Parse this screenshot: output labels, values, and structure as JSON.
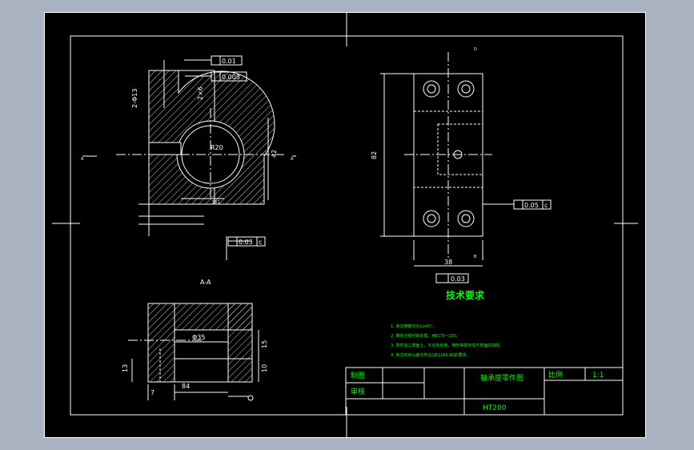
{
  "colors": {
    "background": "#a9b3c1",
    "sheet": "#000000",
    "line": "#ffffff",
    "title_text": "#00ff00",
    "notes_text": "#00ff00"
  },
  "top_view": {
    "dim_2_phi13": "2-Φ13",
    "dim_2x6": "2×6",
    "dim_r20": "R20",
    "dim_42": "42",
    "dim_sx1": "5X1",
    "tol_position": "0.01",
    "tol_flatness": "0.008",
    "tol_parallel": "0.03",
    "datum_c": "c",
    "section_mark": "A"
  },
  "side_view": {
    "dim_82": "82",
    "dim_38": "38",
    "tol_perp": "0.05",
    "datum_c": "c",
    "tol_parallel": "0.03",
    "datum_b": "B",
    "datum_d": "D"
  },
  "section_view": {
    "title": "A-A",
    "dim_phi35": "Φ35",
    "dim_15": "15",
    "dim_10": "10",
    "dim_13": "13",
    "dim_7": "7",
    "dim_84": "84"
  },
  "notes": {
    "title": "技术要求",
    "items": [
      "1. 未注倒角均为1×45°。",
      "2. 铸件应经时效处理，HB170~230。",
      "3. 零件加工表面上，不应有划痕、擦伤等损伤零件表面的缺陷。",
      "4. 未注形状公差应符合GB1184-80的要求。"
    ]
  },
  "title_block": {
    "drawn_label": "制图",
    "checked_label": "审核",
    "part_name": "轴承座零件图",
    "scale_label": "比例",
    "scale_value": "1:1",
    "material": "HT200"
  }
}
